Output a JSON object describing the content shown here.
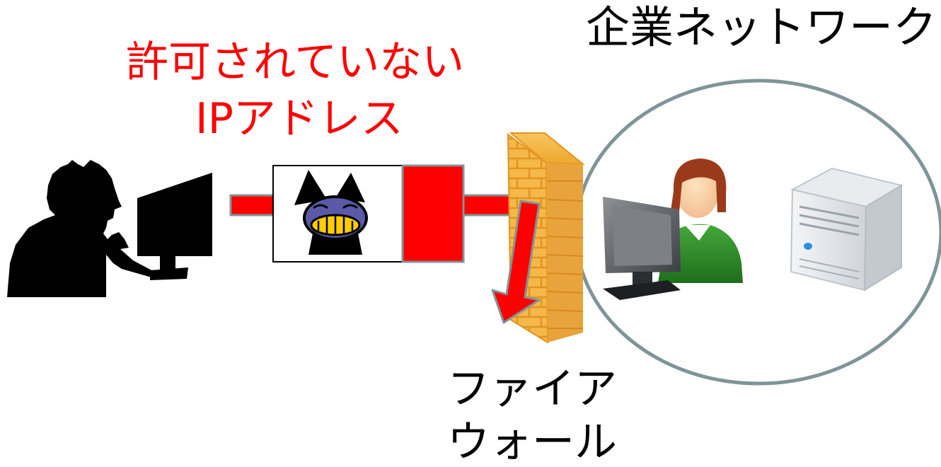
{
  "diagram": {
    "network_label": "企業ネットワーク",
    "blocked_label": {
      "line1": "許可されていない",
      "line2": "IPアドレス"
    },
    "firewall_label": {
      "line1": "ファイア",
      "line2": "ウォール"
    }
  },
  "icons": {
    "attacker": "attacker-silhouette-icon",
    "attacker_monitor": "monitor-icon",
    "packet": "malicious-packet-icon",
    "firewall": "brick-firewall-icon",
    "user": "office-user-icon",
    "server": "server-tower-icon",
    "deflect": "deflect-arrow-icon"
  },
  "colors": {
    "blocked_text": "#ff0000",
    "packet_red": "#ff0000",
    "firewall_orange": "#f5b84a",
    "network_ring": "#7f9597"
  }
}
